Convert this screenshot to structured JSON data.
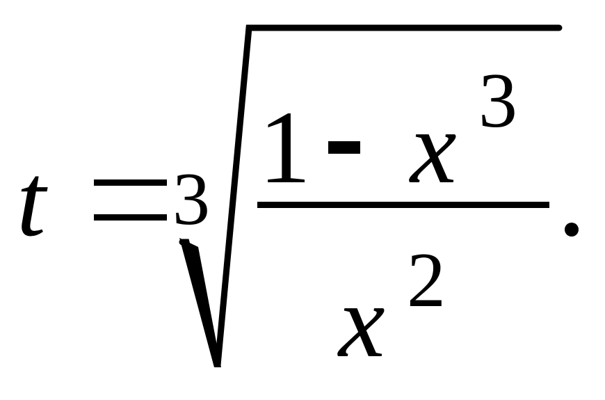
{
  "formula": {
    "lhs_variable": "t",
    "equals_sign": "=",
    "root_index": "3",
    "numerator": {
      "constant": "1",
      "operator": "-",
      "variable": "x",
      "exponent": "3"
    },
    "denominator": {
      "variable": "x",
      "exponent": "2"
    },
    "terminal_punctuation": "."
  },
  "colors": {
    "ink": "#000000",
    "background": "#ffffff"
  }
}
